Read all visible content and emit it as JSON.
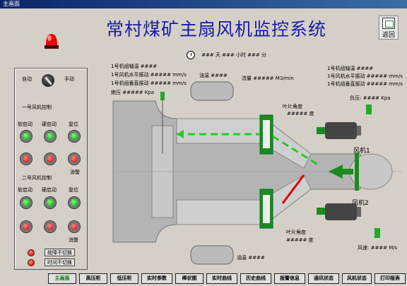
{
  "window_title": "主画面",
  "title": "常村煤矿主扇风机监控系统",
  "back_label": "返回",
  "clock_text": "### 天 ### 小时 ### 分",
  "left_info": [
    "1号机组轴温 ####",
    "1号风机水平振动 ##### mm/s",
    "1号机组垂直振动 ##### mm/s"
  ],
  "negative_pressure": "绝压 ##### Kpa",
  "oil_temp_top": "油温 ####",
  "flow": "流量 ##### M3/min",
  "blade_angle_1": "叶片角度",
  "blade_angle_1_val": "##### 度",
  "right_info": [
    "1号机组轴温 ####",
    "1号风机水平振动 ##### mm/s",
    "1号机组垂直振动 ##### mm/s"
  ],
  "right_pressure": "负压:  #### Kpa",
  "fan1": "风机1",
  "fan2": "风机2",
  "blade_angle_2": "叶片角度",
  "blade_angle_2_val": "##### 度",
  "wind_speed": "风速: #### M/s",
  "oil_temp_bottom": "油温 ####",
  "panel": {
    "auto": "自动",
    "manual": "手动",
    "fan1_ctrl": "一号风机控制",
    "soft_start_1": "软启动",
    "hard_start_1": "硬启动",
    "reset_1": "复位",
    "silence_1": "消警",
    "fan2_ctrl": "二号风机控制",
    "soft_start_2": "软启动",
    "hard_start_2": "硬启动",
    "reset_2": "复位",
    "silence_2": "消警",
    "fault_no_switch": "故障不切换",
    "time_no_switch": "时间不切换"
  },
  "nav": [
    "主画面",
    "高压柜",
    "低压柜",
    "实时参数",
    "棒状图",
    "实时曲线",
    "历史曲线",
    "报警信息",
    "通讯状态",
    "风机状态",
    "打印报表"
  ],
  "colors": {
    "title": "#1a1aa8",
    "duct": "#b8b8b8",
    "damper": "#1e8a1e",
    "flow_arrow": "#22cc22"
  }
}
